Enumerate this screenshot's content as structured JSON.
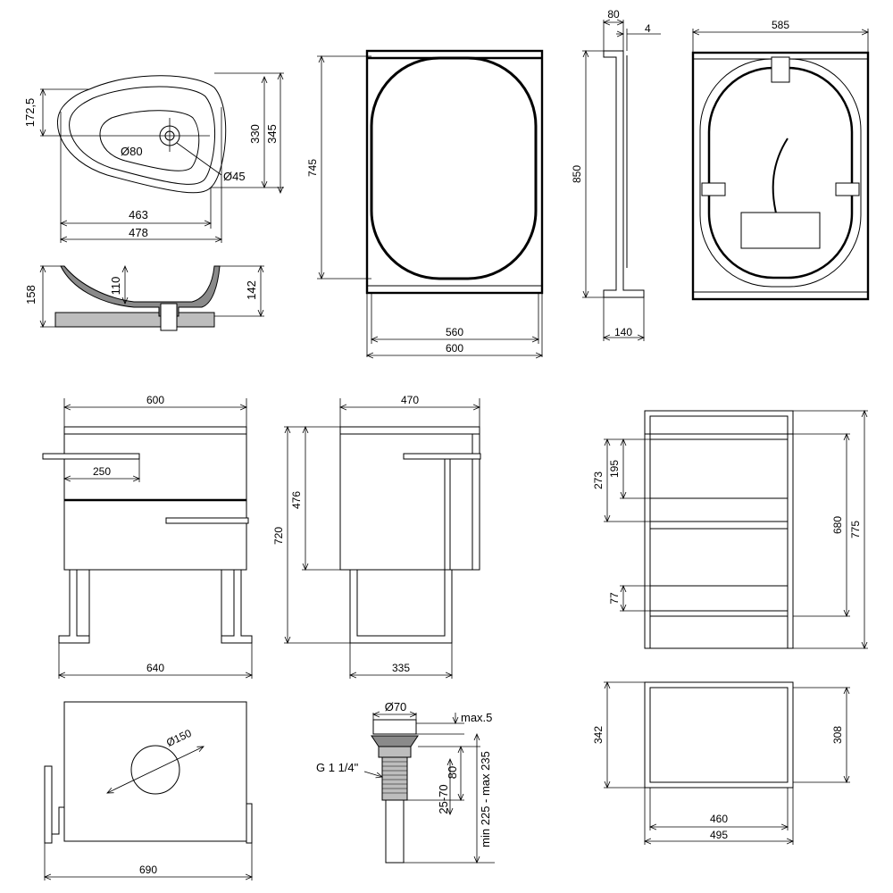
{
  "basin_top": {
    "d_172_5": "172,5",
    "d_330": "330",
    "d_345": "345",
    "d_80": "Ø80",
    "d_45": "Ø45",
    "d_463": "463",
    "d_478": "478"
  },
  "basin_side": {
    "d_158": "158",
    "d_110": "110",
    "d_142": "142"
  },
  "mirror_front": {
    "d_745": "745",
    "d_560": "560",
    "d_600": "600"
  },
  "mirror_side": {
    "d_80": "80",
    "d_4": "4",
    "d_850": "850",
    "d_140": "140"
  },
  "mirror_back": {
    "d_585": "585"
  },
  "cabinet_front": {
    "d_600": "600",
    "d_250": "250",
    "d_640": "640"
  },
  "cabinet_side": {
    "d_470": "470",
    "d_476": "476",
    "d_720": "720",
    "d_335": "335"
  },
  "frame_front": {
    "d_273": "273",
    "d_195": "195",
    "d_680": "680",
    "d_775": "775",
    "d_77": "77"
  },
  "frame_top": {
    "d_342": "342",
    "d_308": "308",
    "d_460": "460",
    "d_495": "495"
  },
  "cabinet_top": {
    "d_150": "Ø150",
    "d_690": "690"
  },
  "drain": {
    "d_70": "Ø70",
    "d_max5": "max.5",
    "thread": "G 1 1/4\"",
    "d_80": "80",
    "d_25_70": "25-70",
    "d_range": "min 225 - max 235"
  }
}
